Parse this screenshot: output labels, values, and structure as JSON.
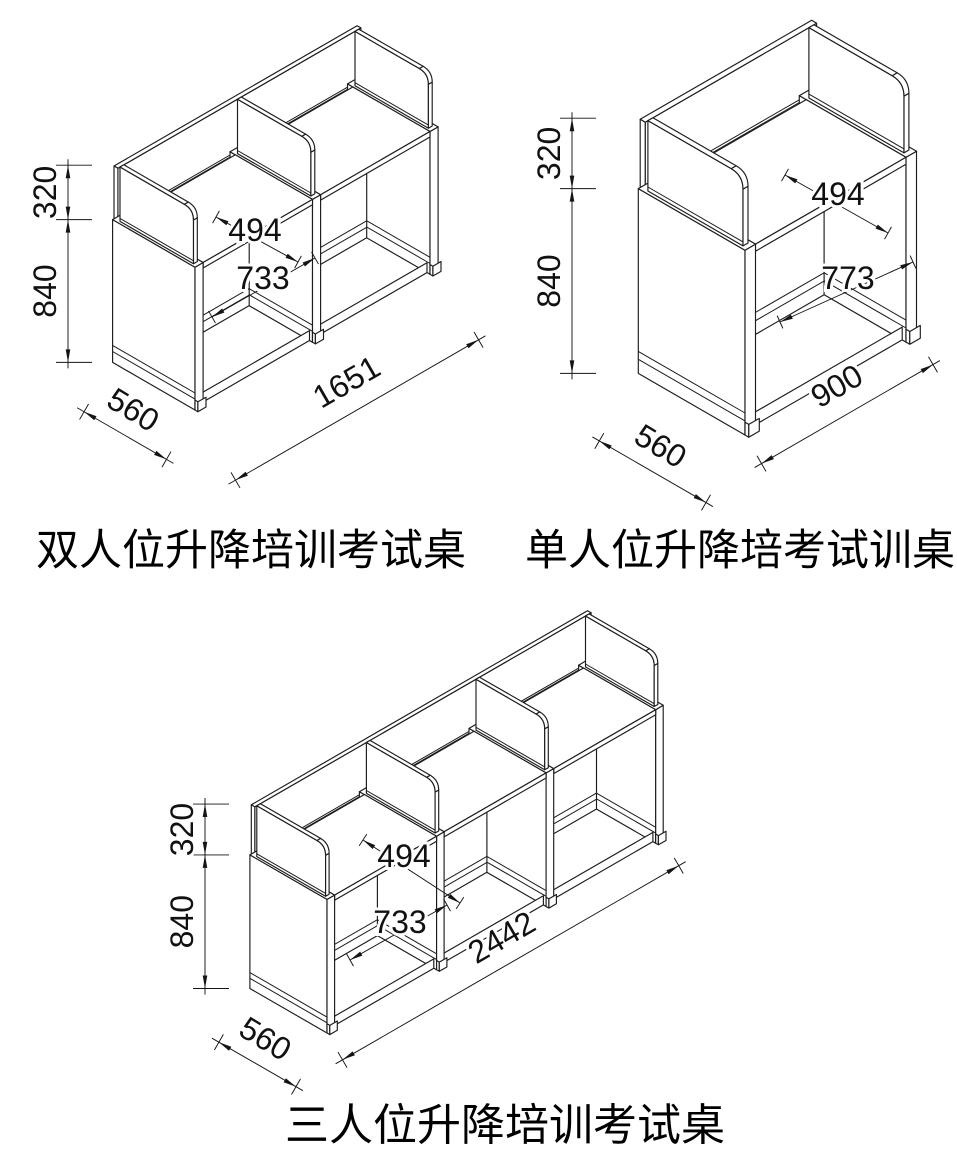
{
  "figure": {
    "kind": "isometric-furniture-technical-drawing",
    "units": "mm",
    "desks": [
      {
        "id": "double-seat",
        "title": "双人位升降培训考试桌",
        "seats": 2,
        "dims": {
          "screen_h": "320",
          "desk_h": "840",
          "seat_w": "494",
          "open_w": "733",
          "depth": "560",
          "len": "1651"
        }
      },
      {
        "id": "single-seat",
        "title": "单人位升降培考试训桌",
        "seats": 1,
        "dims": {
          "screen_h": "320",
          "desk_h": "840",
          "seat_w": "494",
          "open_w": "773",
          "depth": "560",
          "len": "900"
        }
      },
      {
        "id": "triple-seat",
        "title": "三人位升降培训考试桌",
        "seats": 3,
        "dims": {
          "screen_h": "320",
          "desk_h": "840",
          "seat_w": "494",
          "open_w": "733",
          "depth": "560",
          "len": "2442"
        }
      }
    ]
  }
}
